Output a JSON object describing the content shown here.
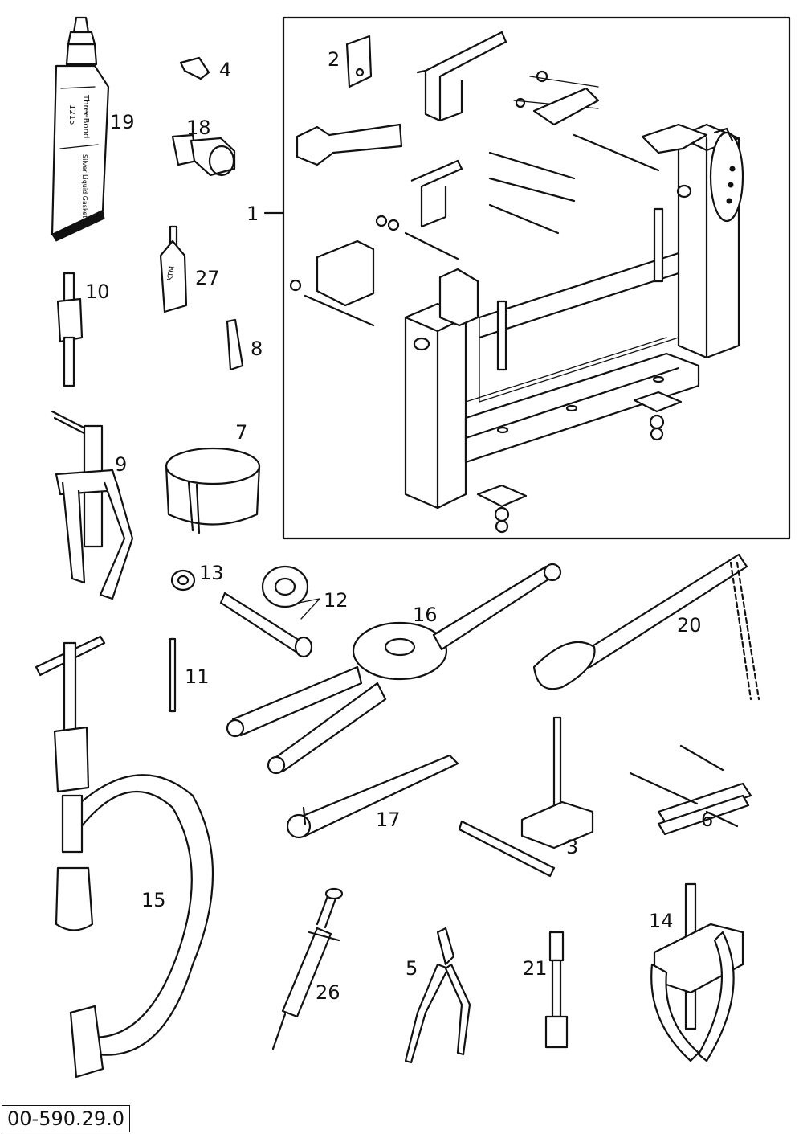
{
  "document": {
    "code": "00-590.29.0"
  },
  "callouts": {
    "c1": "1",
    "c2": "2",
    "c3": "3",
    "c4": "4",
    "c5": "5",
    "c6": "6",
    "c7": "7",
    "c8": "8",
    "c9": "9",
    "c10": "10",
    "c11": "11",
    "c12": "12",
    "c13": "13",
    "c14": "14",
    "c15": "15",
    "c16": "16",
    "c17": "17",
    "c18": "18",
    "c19": "19",
    "c20": "20",
    "c21": "21",
    "c26": "26",
    "c27": "27"
  },
  "tube_label": {
    "brand": "ThreeBond",
    "number": "1215",
    "text": "Silver Liquid Gasket"
  },
  "bottle_label": "KTM"
}
